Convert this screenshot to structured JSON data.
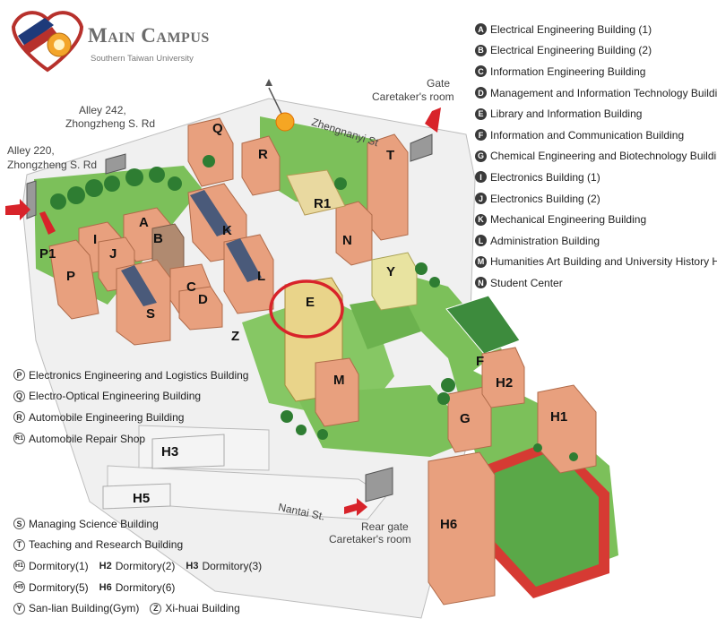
{
  "header": {
    "title": "Main Campus",
    "subtitle": "Southern Taiwan University"
  },
  "legend_top": [
    {
      "code": "A",
      "name": "Electrical Engineering Building (1)"
    },
    {
      "code": "B",
      "name": "Electrical Engineering Building (2)"
    },
    {
      "code": "C",
      "name": "Information Engineering Building"
    },
    {
      "code": "D",
      "name": "Management and Information Technology Building"
    },
    {
      "code": "E",
      "name": "Library and Information Building"
    },
    {
      "code": "F",
      "name": "Information and Communication Building"
    },
    {
      "code": "G",
      "name": "Chemical Engineering  and Biotechnology Building"
    },
    {
      "code": "I",
      "name": "Electronics Building (1)"
    },
    {
      "code": "J",
      "name": "Electronics Building (2)"
    },
    {
      "code": "K",
      "name": "Mechanical Engineering Building"
    },
    {
      "code": "L",
      "name": "Administration  Building"
    },
    {
      "code": "M",
      "name": "Humanities Art Building and University History Hall"
    },
    {
      "code": "N",
      "name": "Student Center"
    }
  ],
  "legend_mid": [
    {
      "code": "P",
      "name": "Electronics Engineering and Logistics Building"
    },
    {
      "code": "Q",
      "name": "Electro-Optical Engineering   Building"
    },
    {
      "code": "R",
      "name": "Automobile Engineering Building"
    },
    {
      "code": "R1",
      "name": "Automobile Repair Shop"
    }
  ],
  "legend_bottom": {
    "S": {
      "code": "S",
      "name": "Managing Science Building"
    },
    "T": {
      "code": "T",
      "name": "Teaching and Research  Building"
    },
    "H1": {
      "code": "H1",
      "name": "Dormitory(1)"
    },
    "H2": {
      "code": "H2",
      "name": "Dormitory(2)"
    },
    "H3": {
      "code": "H3",
      "name": "Dormitory(3)"
    },
    "H5": {
      "code": "H5",
      "name": "Dormitory(5)"
    },
    "H6": {
      "code": "H6",
      "name": "Dormitory(6)"
    },
    "Y": {
      "code": "Y",
      "name": "San-lian Building(Gym)"
    },
    "Z": {
      "code": "Z",
      "name": "Xi-huai Building"
    }
  },
  "streets": {
    "gate_label": "Gate",
    "gate_caretaker": "Caretaker's room",
    "alley242_line1": "Alley 242,",
    "alley242_line2": "Zhongzheng S. Rd",
    "alley220_line1": "Alley 220,",
    "alley220_line2": "Zhongzheng S. Rd",
    "zhengnanyi": "Zhengnanyi St",
    "nantai": "Nantai St.",
    "rear_gate": "Rear gate",
    "rear_caretaker": "Caretaker's room"
  },
  "map_labels": {
    "A": "A",
    "B": "B",
    "C": "C",
    "D": "D",
    "E": "E",
    "F": "F",
    "G": "G",
    "I": "I",
    "J": "J",
    "K": "K",
    "L": "L",
    "M": "M",
    "N": "N",
    "P": "P",
    "P1": "P1",
    "Q": "Q",
    "R": "R",
    "R1": "R1",
    "S": "S",
    "T": "T",
    "Y": "Y",
    "Z": "Z",
    "H1": "H1",
    "H2": "H2",
    "H3": "H3",
    "H5": "H5",
    "H6": "H6"
  },
  "highlight": {
    "building": "E",
    "color": "#d8232a"
  },
  "colors": {
    "building": "#e8a07e",
    "building_dark": "#c97a58",
    "grass": "#7cc05a",
    "road": "#f2f2f2",
    "track": "#d63a33",
    "field": "#5aa848",
    "roof": "#4a5a7a"
  }
}
